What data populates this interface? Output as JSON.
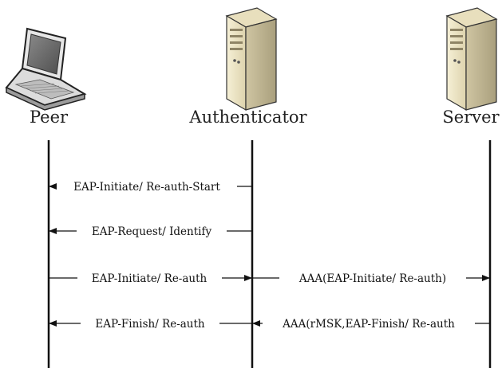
{
  "actors": [
    {
      "id": "peer",
      "label": "Peer",
      "icon": "laptop-icon"
    },
    {
      "id": "authenticator",
      "label": "Authenticator",
      "icon": "server-tower-icon"
    },
    {
      "id": "server",
      "label": "Server",
      "icon": "server-tower-icon"
    }
  ],
  "messages": [
    {
      "label": "EAP-Initiate/ Re-auth-Start",
      "from": "authenticator",
      "to": "peer"
    },
    {
      "label": "EAP-Request/ Identify",
      "from": "authenticator",
      "to": "peer"
    },
    {
      "label": "EAP-Initiate/ Re-auth",
      "from": "peer",
      "to": "authenticator"
    },
    {
      "label": "AAA(EAP-Initiate/ Re-auth)",
      "from": "authenticator",
      "to": "server"
    },
    {
      "label": "EAP-Finish/ Re-auth",
      "from": "authenticator",
      "to": "peer"
    },
    {
      "label": "AAA(rMSK,EAP-Finish/ Re-auth",
      "from": "server",
      "to": "authenticator"
    }
  ],
  "colors": {
    "line": "#111111",
    "text": "#222222",
    "tower_face": "#efe8c8",
    "tower_side": "#c9c0a0",
    "tower_dark": "#a89e7c",
    "laptop_body": "#d8d8d8",
    "laptop_screen": "#6f6f6f"
  }
}
